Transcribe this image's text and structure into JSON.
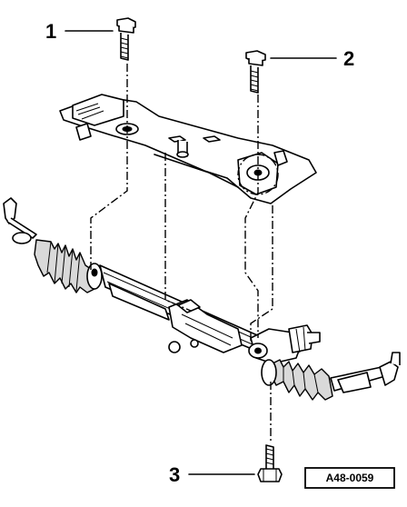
{
  "callouts": [
    {
      "id": "1",
      "label": "1",
      "part": "bolt"
    },
    {
      "id": "2",
      "label": "2",
      "part": "bolt"
    },
    {
      "id": "3",
      "label": "3",
      "part": "bolt"
    }
  ],
  "reference_code": "A48-0059",
  "colors": {
    "ink": "#000000",
    "paper": "#ffffff"
  }
}
